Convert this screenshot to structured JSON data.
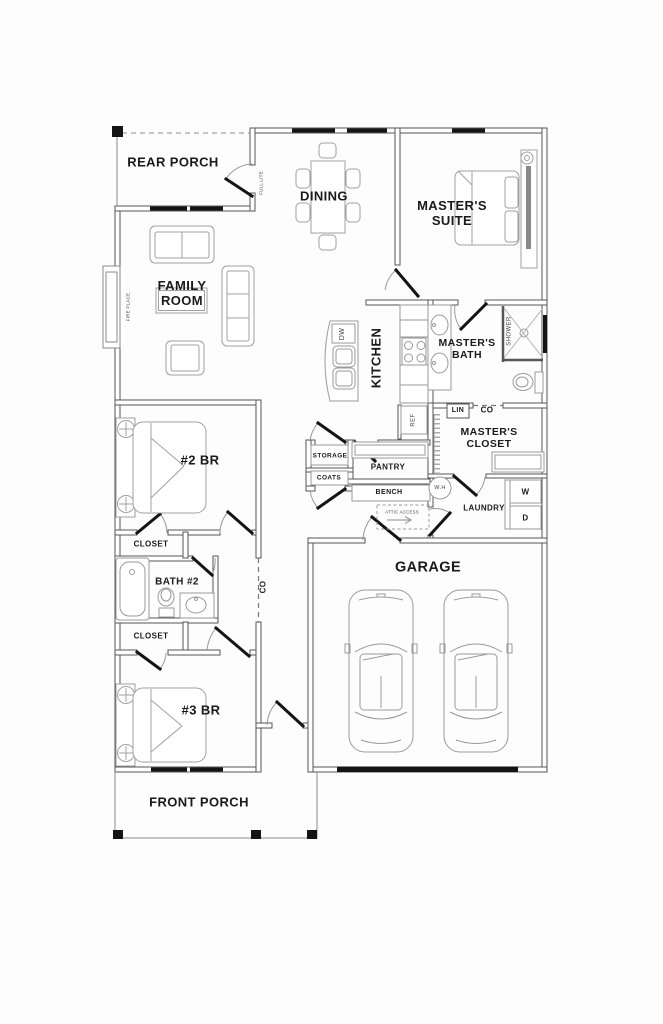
{
  "meta": {
    "drawing_type": "residential floor plan"
  },
  "colors": {
    "background": "#fdfdfd",
    "wall": "#555555",
    "window": "#141414",
    "door": "#141414",
    "furniture": "#a0a0a0",
    "text": "#1a1a1a"
  },
  "rooms": {
    "rear_porch": "REAR PORCH",
    "dining": "DINING",
    "masters_suite": "MASTER'S SUITE",
    "family_room": "FAMILY ROOM",
    "kitchen": "KITCHEN",
    "masters_bath": "MASTER'S BATH",
    "masters_closet": "MASTER'S CLOSET",
    "br2": "#2 BR",
    "br3": "#3 BR",
    "bath2": "BATH #2",
    "laundry": "LAUNDRY",
    "pantry": "PANTRY",
    "storage": "STORAGE",
    "coats": "COATS",
    "closet_br2": "CLOSET",
    "closet_br3": "CLOSET",
    "garage": "GARAGE",
    "front_porch": "FRONT PORCH"
  },
  "fixtures": {
    "shower": "SHOWER",
    "bench": "BENCH",
    "attic_access": "ATTIC ACCESS",
    "water_heater": "W.H",
    "washer": "W",
    "dryer": "D",
    "linen": "LIN",
    "co_bath": "CO",
    "co_hall": "CO",
    "dishwasher": "DW",
    "refrigerator": "REF",
    "fireplace": "FIRE PLACE",
    "full_lite_door": "FULL LITE"
  }
}
